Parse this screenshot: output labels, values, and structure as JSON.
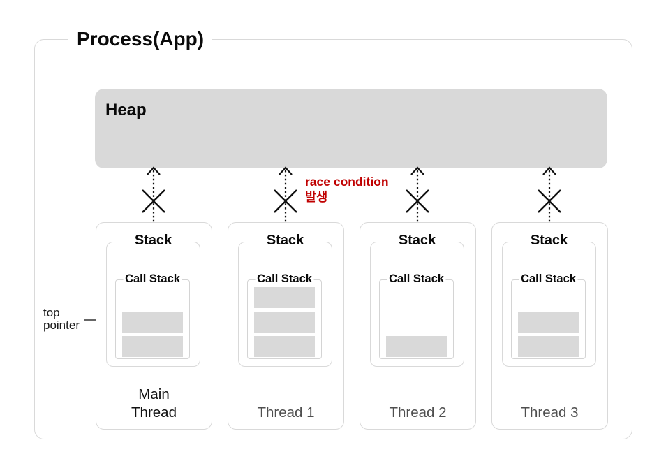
{
  "process": {
    "title": "Process(App)"
  },
  "heap": {
    "label": "Heap"
  },
  "race_note": {
    "line1": "race condition",
    "line2": "발생"
  },
  "top_pointer": {
    "line1": "top",
    "line2": "pointer"
  },
  "threads": [
    {
      "name": "Main\nThread",
      "stack_label": "Stack",
      "call_stack_label": "Call Stack",
      "frames": [
        0,
        1,
        1
      ]
    },
    {
      "name": "Thread 1",
      "stack_label": "Stack",
      "call_stack_label": "Call Stack",
      "frames": [
        1,
        1,
        1
      ]
    },
    {
      "name": "Thread 2",
      "stack_label": "Stack",
      "call_stack_label": "Call Stack",
      "frames": [
        0,
        0,
        1
      ]
    },
    {
      "name": "Thread 3",
      "stack_label": "Stack",
      "call_stack_label": "Call Stack",
      "frames": [
        0,
        1,
        1
      ]
    }
  ],
  "colors": {
    "fill_gray": "#d9d9d9",
    "border_gray": "#d9d9d9",
    "accent_red": "#c00000",
    "text_black": "#0a0a0a",
    "thread_label_gray": "#4f4f4f"
  }
}
